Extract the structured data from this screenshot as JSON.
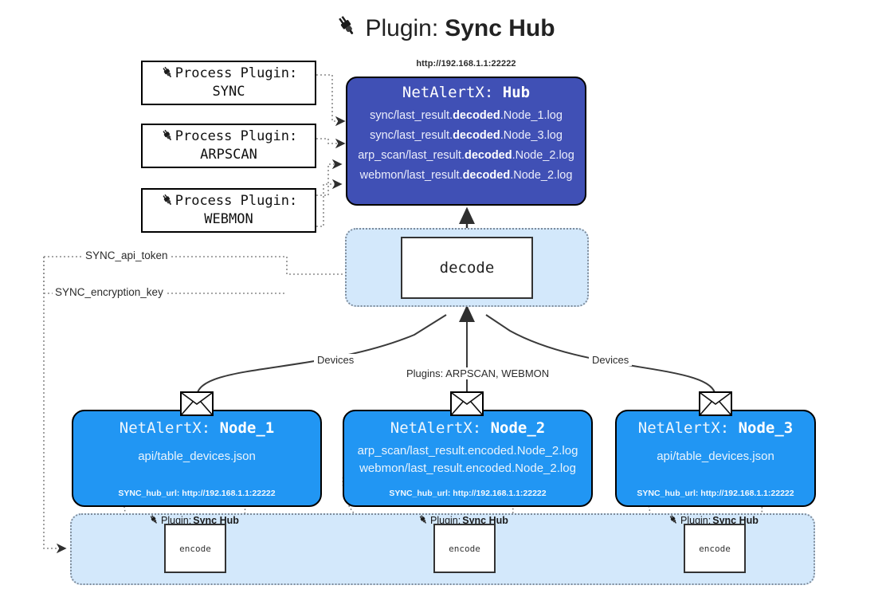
{
  "title": {
    "icon": "plug-icon",
    "prefix": "Plugin:",
    "name": "Sync Hub"
  },
  "colors": {
    "hub_fill": "#4050b5",
    "node_fill": "#2196f3",
    "group_fill": "#d3e8fb",
    "group_border": "#7f8c9b",
    "box_border": "#000000",
    "page_bg": "#ffffff"
  },
  "process_plugins": [
    {
      "icon": "plug-icon",
      "line1": "Process Plugin:",
      "line2": "SYNC"
    },
    {
      "icon": "plug-icon",
      "line1": "Process Plugin:",
      "line2": "ARPSCAN"
    },
    {
      "icon": "plug-icon",
      "line1": "Process Plugin:",
      "line2": "WEBMON"
    }
  ],
  "hub": {
    "url": "http://192.168.1.1:22222",
    "title_prefix": "NetAlertX:",
    "title_name": "Hub",
    "lines": [
      {
        "pre": "sync/last_result.",
        "mid": "decoded",
        "post": ".Node_1.log"
      },
      {
        "pre": "sync/last_result.",
        "mid": "decoded",
        "post": ".Node_3.log"
      },
      {
        "pre": "arp_scan/last_result.",
        "mid": "decoded",
        "post": ".Node_2.log"
      },
      {
        "pre": "webmon/last_result.",
        "mid": "decoded",
        "post": ".Node_2.log"
      }
    ]
  },
  "decode": {
    "label": "decode"
  },
  "secrets": [
    {
      "label": "SYNC_api_token"
    },
    {
      "label": "SYNC_encryption_key"
    }
  ],
  "edge_labels": {
    "left_devices": "Devices",
    "center_plugins": "Plugins: ARPSCAN, WEBMON",
    "right_devices": "Devices"
  },
  "nodes": [
    {
      "icon": "envelope-icon",
      "title_prefix": "NetAlertX:",
      "title_name": "Node_1",
      "lines": [
        "api/table_devices.json"
      ],
      "footer": "SYNC_hub_url: http://192.168.1.1:22222"
    },
    {
      "icon": "envelope-icon",
      "title_prefix": "NetAlertX:",
      "title_name": "Node_2",
      "lines": [
        "arp_scan/last_result.encoded.Node_2.log",
        "webmon/last_result.encoded.Node_2.log"
      ],
      "footer": "SYNC_hub_url: http://192.168.1.1:22222"
    },
    {
      "icon": "envelope-icon",
      "title_prefix": "NetAlertX:",
      "title_name": "Node_3",
      "lines": [
        "api/table_devices.json"
      ],
      "footer": "SYNC_hub_url: http://192.168.1.1:22222"
    }
  ],
  "encoders": [
    {
      "icon": "plug-icon",
      "label_prefix": "Plugin:",
      "label_name": "Sync Hub",
      "box": "encode"
    },
    {
      "icon": "plug-icon",
      "label_prefix": "Plugin:",
      "label_name": "Sync Hub",
      "box": "encode"
    },
    {
      "icon": "plug-icon",
      "label_prefix": "Plugin:",
      "label_name": "Sync Hub",
      "box": "encode"
    }
  ]
}
